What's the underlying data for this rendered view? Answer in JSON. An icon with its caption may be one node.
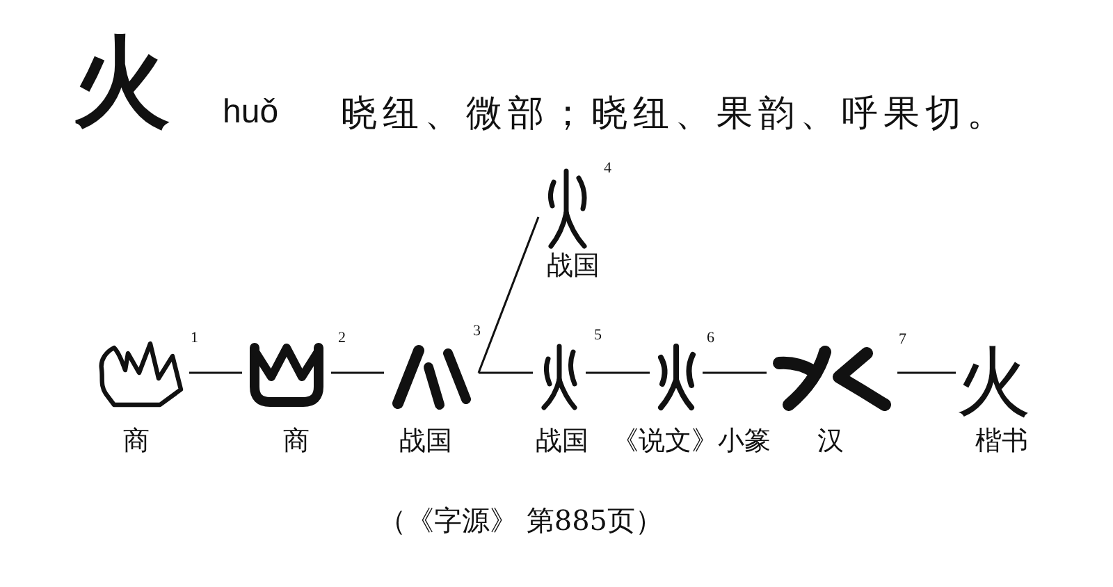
{
  "diagram": {
    "title": "火",
    "caption": "（《字源》 第885页）",
    "nodes": [
      {
        "text": [],
        "shape": "picture",
        "beside": [
          "1",
          "商"
        ]
      },
      {
        "text": [],
        "shape": "picture",
        "beside": [
          "2",
          "商"
        ]
      },
      {
        "text": [],
        "shape": "picture",
        "beside": [
          "3",
          "战国"
        ]
      },
      {
        "text": [],
        "shape": "picture",
        "beside": [
          "4",
          "战国"
        ]
      },
      {
        "text": [],
        "shape": "picture",
        "beside": [
          "5",
          "战国"
        ]
      },
      {
        "text": [],
        "shape": "picture",
        "beside": [
          "6",
          "《说文》小篆"
        ]
      },
      {
        "text": [],
        "shape": "picture",
        "beside": [
          "7",
          "汉"
        ]
      },
      {
        "text": [
          "火"
        ],
        "beside": [
          "楷书"
        ]
      }
    ],
    "edges": [
      {
        "from": 0,
        "to": 1,
        "arrow": "none"
      },
      {
        "from": 1,
        "to": 2,
        "arrow": "none"
      },
      {
        "from": 2,
        "to": 3,
        "arrow": "none"
      },
      {
        "from": 2,
        "to": 4,
        "arrow": "none"
      },
      {
        "from": 4,
        "to": 5,
        "arrow": "none"
      },
      {
        "from": 5,
        "to": 6,
        "arrow": "none"
      },
      {
        "from": 6,
        "to": 7,
        "arrow": "none"
      }
    ],
    "labels": [
      "huǒ",
      "晓纽、微部；晓纽、果韵、呼果切。"
    ]
  }
}
